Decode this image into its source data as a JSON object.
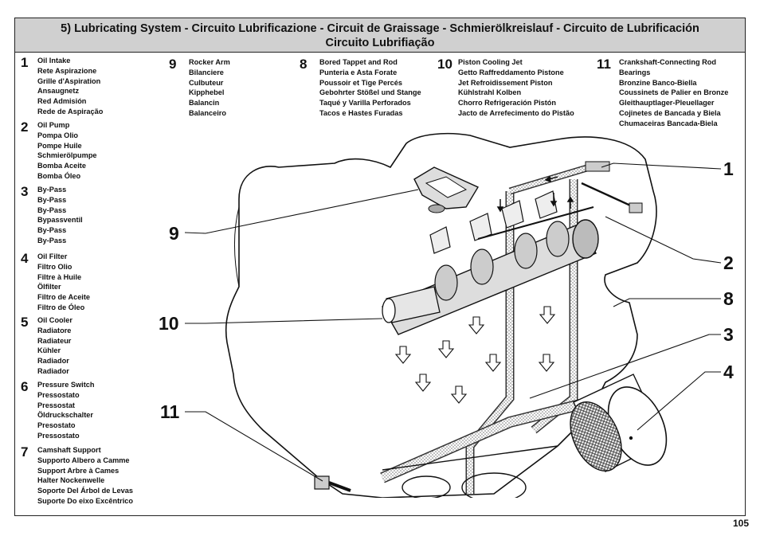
{
  "header": {
    "title_line1": "5) Lubricating System - Circuito Lubrificazione - Circuit de Graissage - Schmierölkreislauf - Circuito de Lubrificación",
    "title_line2": "Circuito Lubrifiação"
  },
  "legend": [
    {
      "num": "1",
      "lines": [
        "Oil Intake",
        "Rete Aspirazione",
        "Grille d'Aspiration",
        "Ansaugnetz",
        "Red Admisión",
        "Rede de Aspiração"
      ]
    },
    {
      "num": "2",
      "lines": [
        "Oil Pump",
        "Pompa Olio",
        "Pompe Huile",
        "Schmierölpumpe",
        "Bomba Aceite",
        "Bomba Óleo"
      ]
    },
    {
      "num": "3",
      "lines": [
        "By-Pass",
        "By-Pass",
        "By-Pass",
        "Bypassventil",
        "By-Pass",
        "By-Pass"
      ]
    },
    {
      "num": "4",
      "lines": [
        "Oil Filter",
        "Filtro Olio",
        "Filtre à Huile",
        "Ölfilter",
        "Filtro de Aceite",
        "Filtro de Óleo"
      ]
    },
    {
      "num": "5",
      "lines": [
        "Oil Cooler",
        "Radiatore",
        "Radiateur",
        "Kühler",
        "Radiador",
        "Radiador"
      ]
    },
    {
      "num": "6",
      "lines": [
        "Pressure Switch",
        "Pressostato",
        "Pressostat",
        "Öldruckschalter",
        "Presostato",
        "Pressostato"
      ]
    },
    {
      "num": "7",
      "lines": [
        "Camshaft Support",
        "Supporto Albero a Camme",
        "Support Arbre à Cames",
        "Halter Nockenwelle",
        "Soporte Del Árbol de Levas",
        "Suporte Do eixo Excêntrico"
      ]
    },
    {
      "num": "9",
      "lines": [
        "Rocker Arm",
        "Bilanciere",
        "Culbuteur",
        "Kipphebel",
        "Balancin",
        "Balanceiro"
      ]
    },
    {
      "num": "8",
      "lines": [
        "Bored Tappet and Rod",
        "Punteria e Asta Forate",
        "Poussoir et Tige Percés",
        "Gebohrter Stößel und Stange",
        "Taqué y Varilla Perforados",
        "Tacos e Hastes Furadas"
      ]
    },
    {
      "num": "10",
      "lines": [
        "Piston Cooling Jet",
        "Getto Raffreddamento Pistone",
        "Jet Refroidissement Piston",
        "Kühlstrahl Kolben",
        "Chorro Refrigeración Pistón",
        "Jacto de Arrefecimento do Pistão"
      ]
    },
    {
      "num": "11",
      "lines": [
        "Crankshaft-Connecting Rod",
        "Bearings",
        "Bronzine Banco-Biella",
        "Coussinets de Palier en Bronze",
        "Gleithauptlager-Pleuellager",
        "Cojinetes de Bancada y Biela",
        "Chumaceiras Bancada-Biela"
      ]
    }
  ],
  "callouts": {
    "c1": "1",
    "c2": "2",
    "c8": "8",
    "c3": "3",
    "c4": "4",
    "c9": "9",
    "c10": "10",
    "c11": "11"
  },
  "page_number": "105"
}
